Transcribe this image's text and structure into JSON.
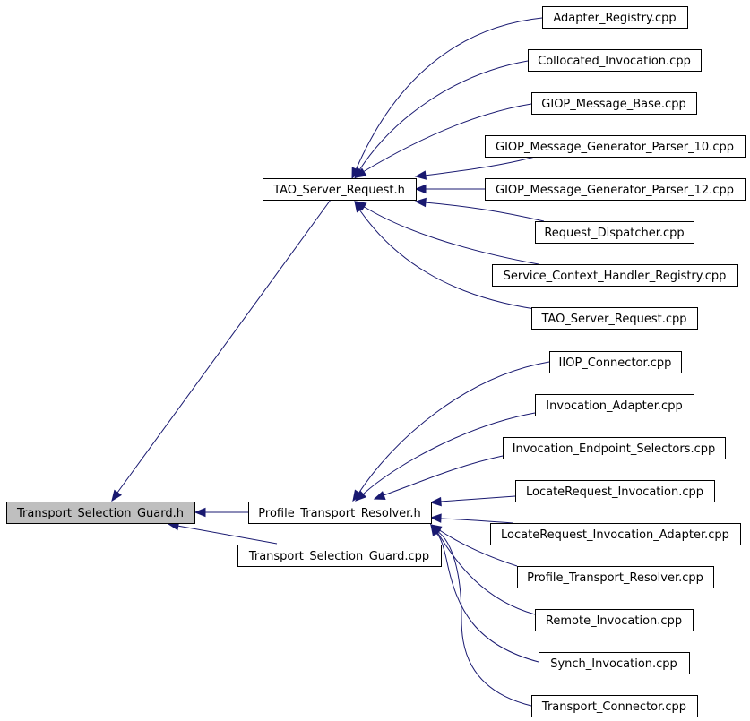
{
  "graph": {
    "type": "include-dependency-graph",
    "colors": {
      "edge": "#191970",
      "node_border": "#000000",
      "node_fill": "#ffffff",
      "root_fill": "#bfbfbf"
    },
    "nodes": [
      {
        "id": "n0",
        "label": "Transport_Selection_Guard.h",
        "root": true
      },
      {
        "id": "n1",
        "label": "TAO_Server_Request.h"
      },
      {
        "id": "n2",
        "label": "Adapter_Registry.cpp"
      },
      {
        "id": "n3",
        "label": "Collocated_Invocation.cpp"
      },
      {
        "id": "n4",
        "label": "GIOP_Message_Base.cpp"
      },
      {
        "id": "n5",
        "label": "GIOP_Message_Generator_Parser_10.cpp"
      },
      {
        "id": "n6",
        "label": "GIOP_Message_Generator_Parser_12.cpp"
      },
      {
        "id": "n7",
        "label": "Request_Dispatcher.cpp"
      },
      {
        "id": "n8",
        "label": "Service_Context_Handler_Registry.cpp"
      },
      {
        "id": "n9",
        "label": "TAO_Server_Request.cpp"
      },
      {
        "id": "n10",
        "label": "Profile_Transport_Resolver.h"
      },
      {
        "id": "n11",
        "label": "IIOP_Connector.cpp"
      },
      {
        "id": "n12",
        "label": "Invocation_Adapter.cpp"
      },
      {
        "id": "n13",
        "label": "Invocation_Endpoint_Selectors.cpp"
      },
      {
        "id": "n14",
        "label": "LocateRequest_Invocation.cpp"
      },
      {
        "id": "n15",
        "label": "LocateRequest_Invocation_Adapter.cpp"
      },
      {
        "id": "n16",
        "label": "Profile_Transport_Resolver.cpp"
      },
      {
        "id": "n17",
        "label": "Remote_Invocation.cpp"
      },
      {
        "id": "n18",
        "label": "Synch_Invocation.cpp"
      },
      {
        "id": "n19",
        "label": "Transport_Connector.cpp"
      },
      {
        "id": "n20",
        "label": "Transport_Selection_Guard.cpp"
      }
    ],
    "edges": [
      {
        "from": "n1",
        "to": "n0"
      },
      {
        "from": "n10",
        "to": "n0"
      },
      {
        "from": "n20",
        "to": "n0"
      },
      {
        "from": "n2",
        "to": "n1"
      },
      {
        "from": "n3",
        "to": "n1"
      },
      {
        "from": "n4",
        "to": "n1"
      },
      {
        "from": "n5",
        "to": "n1"
      },
      {
        "from": "n6",
        "to": "n1"
      },
      {
        "from": "n7",
        "to": "n1"
      },
      {
        "from": "n8",
        "to": "n1"
      },
      {
        "from": "n9",
        "to": "n1"
      },
      {
        "from": "n11",
        "to": "n10"
      },
      {
        "from": "n12",
        "to": "n10"
      },
      {
        "from": "n13",
        "to": "n10"
      },
      {
        "from": "n14",
        "to": "n10"
      },
      {
        "from": "n15",
        "to": "n10"
      },
      {
        "from": "n16",
        "to": "n10"
      },
      {
        "from": "n17",
        "to": "n10"
      },
      {
        "from": "n18",
        "to": "n10"
      },
      {
        "from": "n19",
        "to": "n10"
      }
    ]
  }
}
